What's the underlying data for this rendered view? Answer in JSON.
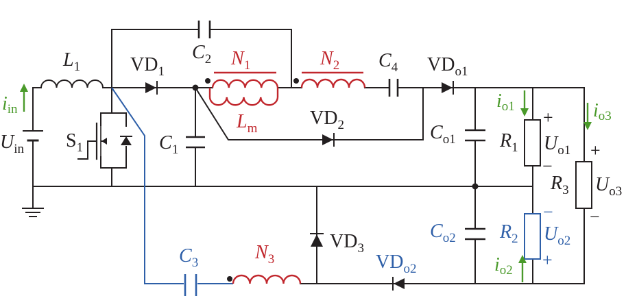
{
  "labels": {
    "iin_i": "i",
    "iin_s": "in",
    "uin_u": "U",
    "uin_s": "in",
    "l1_l": "L",
    "l1_s": "1",
    "s1_s": "S",
    "s1_n": "1",
    "vd1_v": "VD",
    "vd1_n": "1",
    "c2_c": "C",
    "c2_n": "2",
    "n1_n": "N",
    "n1_s": "1",
    "n2_n": "N",
    "n2_s": "2",
    "c4_c": "C",
    "c4_n": "4",
    "vdo1_v": "VD",
    "vdo1_s": "o1",
    "c1_c": "C",
    "c1_n": "1",
    "lm_l": "L",
    "lm_s": "m",
    "vd2_v": "VD",
    "vd2_n": "2",
    "co1_c": "C",
    "co1_s": "o1",
    "io1_i": "i",
    "io1_s": "o1",
    "r1_r": "R",
    "r1_n": "1",
    "uo1_plus": "+",
    "uo1_u": "U",
    "uo1_s": "o1",
    "uo1_minus": "−",
    "io3_i": "i",
    "io3_s": "o3",
    "r3_r": "R",
    "r3_n": "3",
    "uo3_plus": "+",
    "uo3_u": "U",
    "uo3_s": "o3",
    "uo3_minus": "−",
    "vd3_v": "VD",
    "vd3_n": "3",
    "co2_c": "C",
    "co2_s": "o2",
    "r2_r": "R",
    "r2_n": "2",
    "uo2_minus": "−",
    "uo2_u": "U",
    "uo2_s": "o2",
    "uo2_plus": "+",
    "io2_i": "i",
    "io2_s": "o2",
    "c3_c": "C",
    "c3_n": "3",
    "n3_n": "N",
    "n3_s": "3",
    "vdo2_v": "VD",
    "vdo2_s": "o2"
  },
  "colors": {
    "wire": "#231f20",
    "coupled_inductor": "#c1272d",
    "third_winding": "#2e5fa8",
    "current_arrows": "#4a9a2a"
  }
}
